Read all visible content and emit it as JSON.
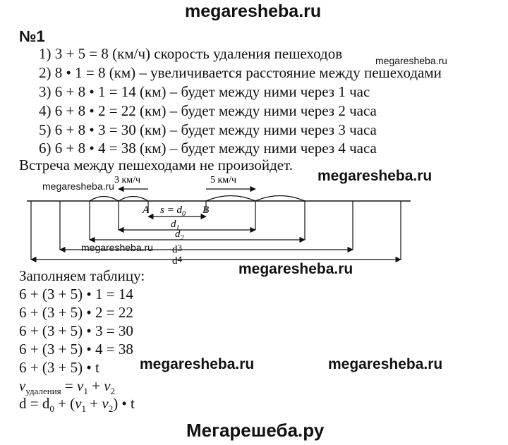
{
  "header": {
    "watermark": "megaresheba.ru"
  },
  "problem": {
    "number": "№1",
    "steps": [
      "1) 3 + 5 = 8 (км/ч) скорость удаления пешеходов",
      "2) 8 • 1 = 8 (км) – увеличивается расстояние между пешеходами",
      "3) 6 + 8 • 1 = 14 (км) – будет между ними через 1 час",
      "4) 6 + 8 • 2 = 22 (км) – будет между ними через 2 часа",
      "5) 6 + 8 • 3 = 30 (км) – будет между ними через 3 часа",
      "6) 6 + 8 • 4 = 38 (км) – будет между ними через 4 часа"
    ],
    "conclusion": "Встреча между пешеходами не произойдет."
  },
  "diagram": {
    "speed_left": "3 км/ч",
    "speed_right": "5 км/ч",
    "point_a": "A",
    "point_b": "B",
    "s_eq": "s = d",
    "s_sub": "0",
    "d_label": "d",
    "d_subs": [
      "1",
      "2",
      "3",
      "4"
    ]
  },
  "table": {
    "title": "Заполняем таблицу:",
    "rows": [
      "6 + (3 + 5) • 1 = 14",
      "6 + (3 + 5) • 2 = 22",
      "6 + (3 + 5) • 3 = 30",
      "6 + (3 + 5) • 4 = 38",
      "6 + (3 + 5) • t"
    ]
  },
  "formulas": {
    "v_main": "v",
    "v_sub": "удаления",
    "v_rhs_a": " = ",
    "v1": "v",
    "v1_sub": "1",
    "plus": " + ",
    "v2": "v",
    "v2_sub": "2",
    "d_start": "d = d",
    "d0_sub": "0",
    "d_mid": " + (",
    "d_v1": "v",
    "d_v1_sub": "1",
    "d_plus": " + ",
    "d_v2": "v",
    "d_v2_sub": "2",
    "d_end": ") • t"
  },
  "watermarks_small": [
    "megaresheba.ru",
    "megaresheba.ru",
    "megaresheba.ru"
  ],
  "watermarks_big": [
    "megaresheba.ru",
    "megaresheba.ru",
    "megaresheba.ru",
    "megaresheba.ru"
  ],
  "footer": {
    "text": "Мегарешеба.ру"
  }
}
